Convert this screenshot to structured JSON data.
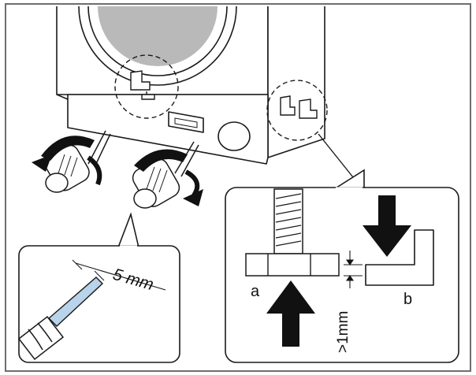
{
  "labels": {
    "five_mm": "5 mm",
    "gt_one_mm": ">1mm",
    "label_a": "a",
    "label_b": "b"
  },
  "colors": {
    "frame": "#6e6e6e",
    "line": "#1a1a1a",
    "drum_glass": "#b9b9b9",
    "blade_blue": "#b8d3ea",
    "arrow": "#111111",
    "background": "#ffffff"
  },
  "icons": {
    "rotation_arrows": "curved-arrow-icon",
    "direction_arrows": "down-arrow-icon",
    "push_arrow": "up-arrow-icon"
  }
}
